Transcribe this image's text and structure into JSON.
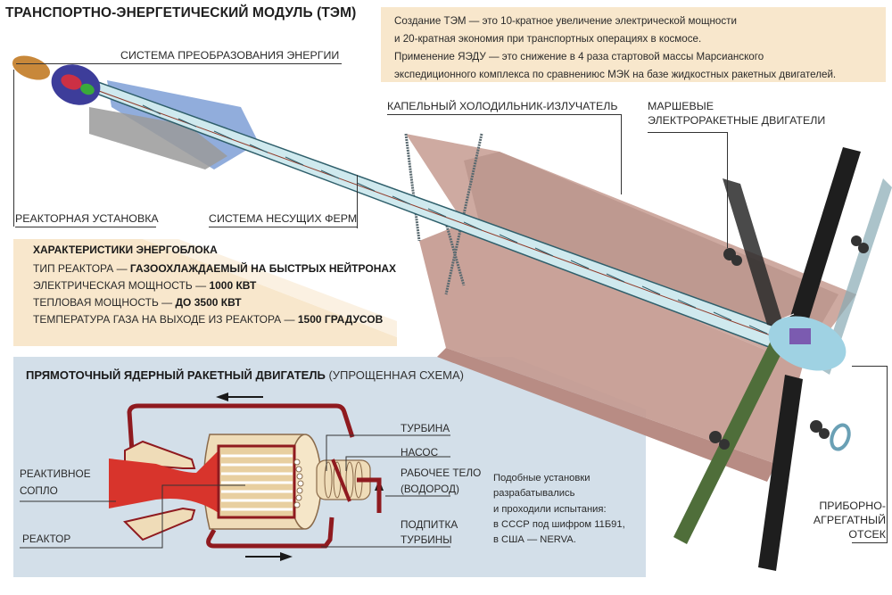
{
  "title": "ТРАНСПОРТНО-ЭНЕРГЕТИЧЕСКИЙ МОДУЛЬ (ТЭМ)",
  "info_box": {
    "lines": [
      "Создание ТЭМ — это 10-кратное увеличение электрической мощности",
      "и 20-кратная экономия при транспортных операциях в космосе.",
      "Применение ЯЭДУ — это снижение в 4 раза стартовой массы Марсианского",
      "экспедиционного комплекса по сравнениюс МЭК на базе жидкостных ракетных двигателей."
    ]
  },
  "callouts": {
    "energy_conversion": "СИСТЕМА ПРЕОБРАЗОВАНИЯ ЭНЕРГИИ",
    "droplet_radiator": "КАПЕЛЬНЫЙ ХОЛОДИЛЬНИК-ИЗЛУЧАТЕЛЬ",
    "thrusters_line1": "МАРШЕВЫЕ",
    "thrusters_line2": "ЭЛЕКТРОРАКЕТНЫЕ ДВИГАТЕЛИ",
    "reactor_unit": "РЕАКТОРНАЯ УСТАНОВКА",
    "truss_system": "СИСТЕМА НЕСУЩИХ ФЕРМ",
    "instrument_line1": "ПРИБОРНО-",
    "instrument_line2": "АГРЕГАТНЫЙ",
    "instrument_line3": "ОТСЕК"
  },
  "specs": {
    "heading": "ХАРАКТЕРИСТИКИ ЭНЕРГОБЛОКА",
    "rows": [
      {
        "label": "ТИП РЕАКТОРА — ",
        "value": "ГАЗООХЛАЖДАЕМЫЙ НА БЫСТРЫХ НЕЙТРОНАХ"
      },
      {
        "label": "ЭЛЕКТРИЧЕСКАЯ МОЩНОСТЬ — ",
        "value": "1000 КВТ"
      },
      {
        "label": "ТЕПЛОВАЯ МОЩНОСТЬ — ",
        "value": "ДО 3500 КВТ"
      },
      {
        "label": "ТЕМПЕРАТУРА ГАЗА НА ВЫХОДЕ ИЗ РЕАКТОРА — ",
        "value": "1500 ГРАДУСОВ"
      }
    ]
  },
  "engine": {
    "heading_bold": "ПРЯМОТОЧНЫЙ ЯДЕРНЫЙ РАКЕТНЫЙ ДВИГАТЕЛЬ",
    "heading_light": " (УПРОЩЕННАЯ СХЕМА)",
    "labels": {
      "nozzle_line1": "РЕАКТИВНОЕ",
      "nozzle_line2": "СОПЛО",
      "reactor": "РЕАКТОР",
      "turbine": "ТУРБИНА",
      "pump": "НАСОС",
      "working_body_line1": "РАБОЧЕЕ ТЕЛО",
      "working_body_line2": "(ВОДОРОД)",
      "turbine_feed_line1": "ПОДПИТКА",
      "turbine_feed_line2": "ТУРБИНЫ"
    },
    "note": [
      "Подобные установки",
      "разрабатывались",
      "и проходили испытания:",
      "в СССР под шифром 11Б91,",
      "в США — NERVA."
    ]
  },
  "colors": {
    "info_bg": "#f8e7cc",
    "spec_bg": "#f8e7cc",
    "engine_bg": "#d3dfe9",
    "radiator": "#c9a197",
    "pipe_red": "#8f1a1f",
    "flame_red": "#d8342c",
    "cream": "#efdcb8",
    "truss": "#4a8a99"
  }
}
